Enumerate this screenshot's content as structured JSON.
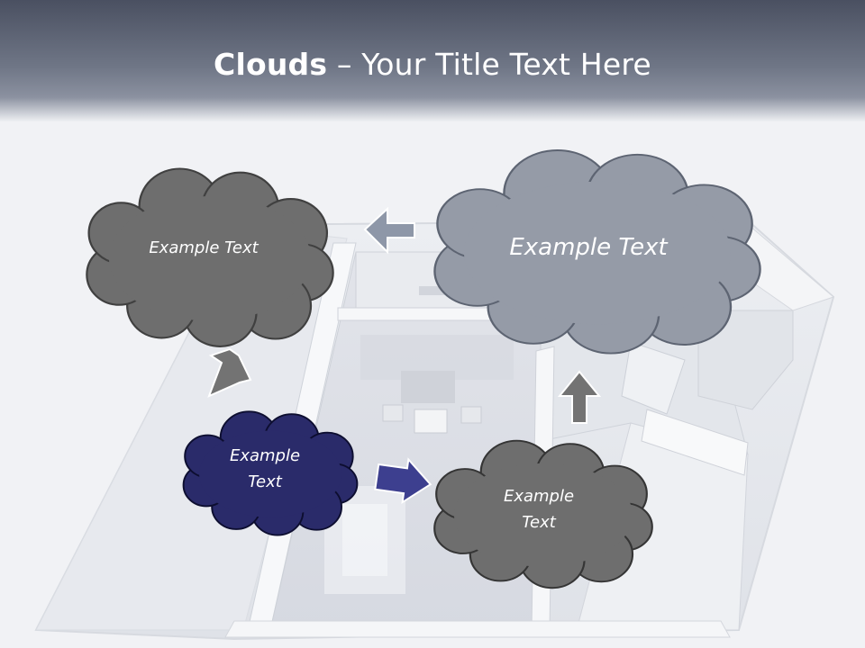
{
  "slide": {
    "title_bold": "Clouds",
    "title_separator": " – ",
    "title_rest": "Your Title Text Here"
  },
  "clouds": {
    "top_left": "Example Text",
    "top_right": "Example Text",
    "middle_left": "Example Text",
    "bottom_right": "Example Text"
  },
  "colors": {
    "dark_gray_cloud": "#6e6e6e",
    "blue_gray_cloud": "#959ba7",
    "navy_cloud": "#2a2b6a",
    "arrow_gray": "#737373",
    "arrow_blue_gray": "#8e97a8",
    "arrow_navy": "#3d3f8f"
  }
}
